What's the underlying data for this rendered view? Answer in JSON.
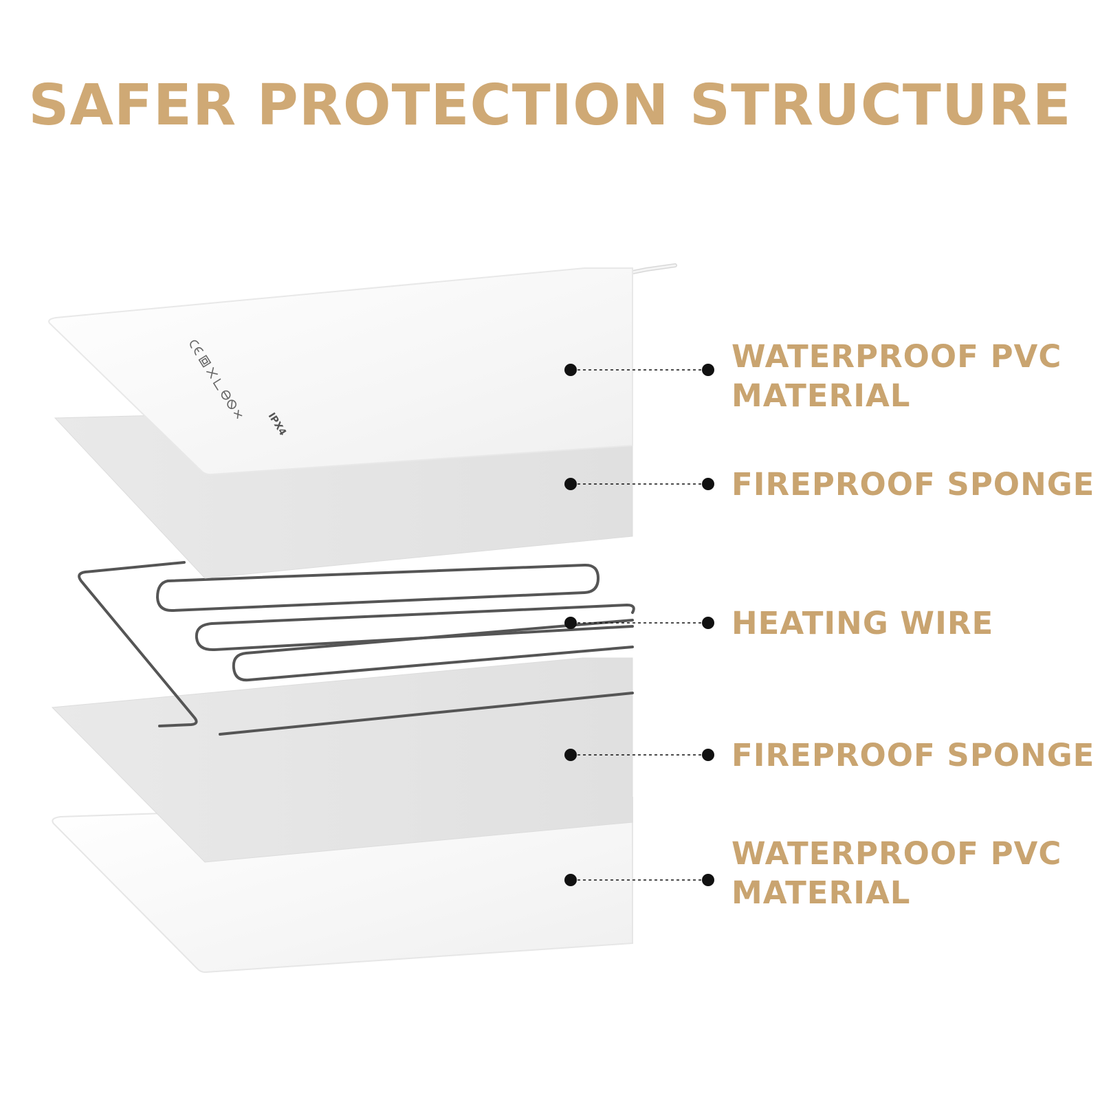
{
  "title": "SAFER PROTECTION STRUCTURE",
  "colors": {
    "title": "#cfa975",
    "label": "#c9a470",
    "layer_pvc": "#fafafa",
    "layer_sponge": "#e4e4e4",
    "wire": "#555555",
    "leader": "#111111"
  },
  "pad_marking": "IPX4",
  "layers": [
    {
      "lines": [
        "WATERPROOF PVC",
        "MATERIAL"
      ]
    },
    {
      "lines": [
        "FIREPROOF SPONGE"
      ]
    },
    {
      "lines": [
        "HEATING WIRE"
      ]
    },
    {
      "lines": [
        "FIREPROOF SPONGE"
      ]
    },
    {
      "lines": [
        "WATERPROOF PVC",
        "MATERIAL"
      ]
    }
  ]
}
